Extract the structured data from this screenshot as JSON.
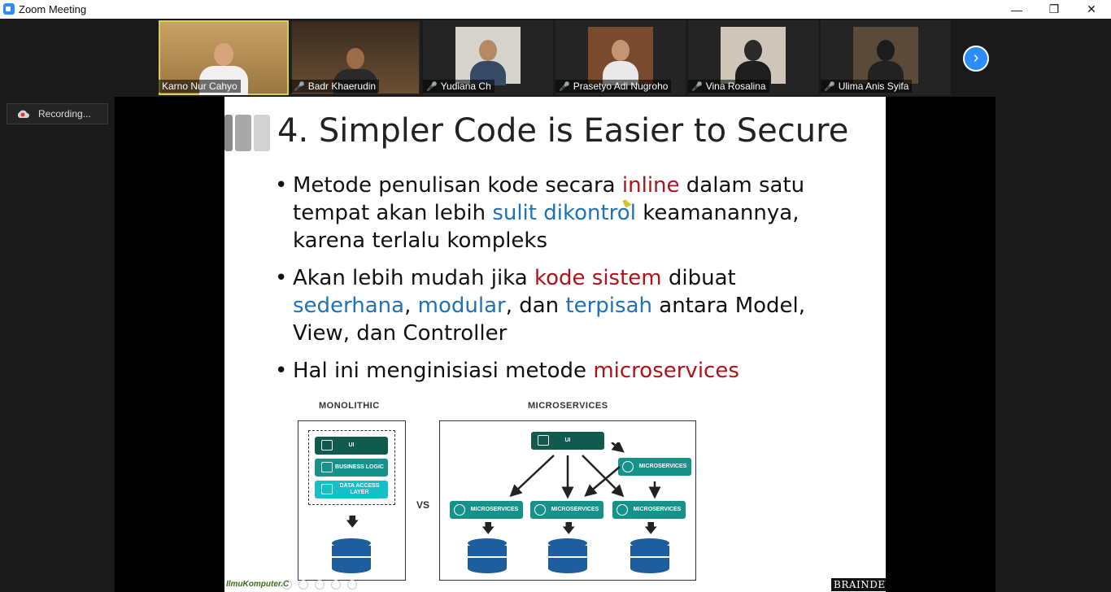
{
  "window": {
    "title": "Zoom Meeting"
  },
  "participants": [
    {
      "name": "Karno Nur Cahyo",
      "muted": false,
      "active": true
    },
    {
      "name": "Badr Khaerudin",
      "muted": true,
      "active": false
    },
    {
      "name": "Yudiana Ch",
      "muted": true,
      "active": false
    },
    {
      "name": "Prasetyo Adi Nugroho",
      "muted": true,
      "active": false
    },
    {
      "name": "Vina Rosalina",
      "muted": true,
      "active": false
    },
    {
      "name": "Ulima Anis Syifa",
      "muted": true,
      "active": false
    }
  ],
  "recording": {
    "label": "Recording..."
  },
  "slide": {
    "title": "4. Simpler Code is Easier to Secure",
    "bullets": [
      {
        "parts": [
          {
            "t": "Metode penulisan kode secara ",
            "c": ""
          },
          {
            "t": "inline",
            "c": "red"
          },
          {
            "t": " dalam satu tempat akan lebih ",
            "c": ""
          },
          {
            "t": "sulit dikontrol",
            "c": "blue"
          },
          {
            "t": " keamanannya, karena terlalu kompleks",
            "c": ""
          }
        ]
      },
      {
        "parts": [
          {
            "t": "Akan lebih mudah jika ",
            "c": ""
          },
          {
            "t": "kode sistem",
            "c": "red"
          },
          {
            "t": " dibuat ",
            "c": ""
          },
          {
            "t": "sederhana",
            "c": "blue"
          },
          {
            "t": ", ",
            "c": ""
          },
          {
            "t": "modular",
            "c": "blue"
          },
          {
            "t": ", dan ",
            "c": ""
          },
          {
            "t": "terpisah",
            "c": "blue"
          },
          {
            "t": " antara Model, View, dan Controller",
            "c": ""
          }
        ]
      },
      {
        "parts": [
          {
            "t": "Hal ini menginisiasi metode ",
            "c": ""
          },
          {
            "t": "microservices",
            "c": "red"
          }
        ]
      }
    ],
    "diagram": {
      "monolithic_label": "MONOLITHIC",
      "microservices_label": "MICROSERVICES",
      "vs": "VS",
      "ui": "UI",
      "business_logic": "BUSINESS LOGIC",
      "data_access": "DATA ACCESS LAYER",
      "microservices": "MICROSERVICES"
    },
    "footer_left": "IlmuKomputer.C",
    "footer_right": "BRAINDEVS"
  }
}
